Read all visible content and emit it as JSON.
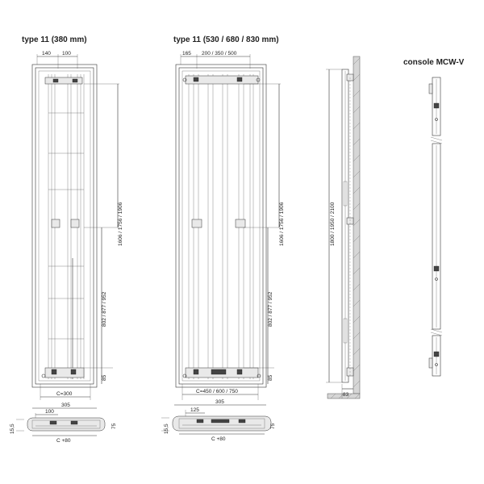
{
  "titles": {
    "type11_380": "type 11 (380 mm)",
    "type11_wide": "type 11 (530 / 680 / 830 mm)",
    "console": "console MCW-V"
  },
  "dims_380": {
    "top_left": "140",
    "top_right": "100",
    "total_height": "1606 / 1756 / 1906",
    "mid_height": "802 / 877 / 952",
    "bottom_offset": "85",
    "center": "C=300",
    "plan_width": "305",
    "plan_offset": "100",
    "plan_depth_left": "15,5",
    "plan_depth_right": "75",
    "plan_center": "C +80"
  },
  "dims_wide": {
    "top_left": "165",
    "top_right": "200 / 350 / 500",
    "total_height": "1606 / 1756 / 1906",
    "mid_height": "802 / 877 / 952",
    "bottom_offset": "85",
    "center": "C=450 / 600 / 750",
    "plan_width": "305",
    "plan_offset": "125",
    "plan_depth_left": "15,5",
    "plan_depth_right": "75",
    "plan_center": "C +80"
  },
  "dims_side": {
    "height": "1800 / 1950 / 2100",
    "wall_offset": "83"
  }
}
